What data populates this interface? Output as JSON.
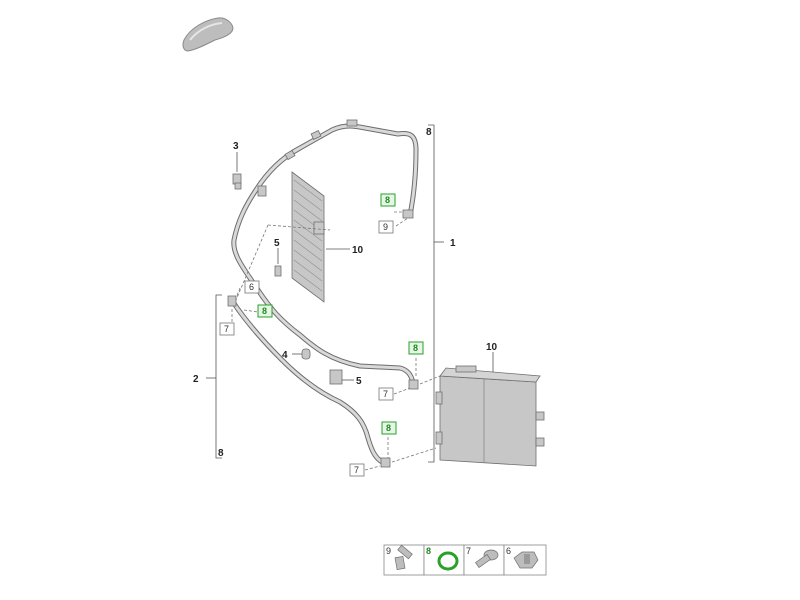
{
  "diagram": {
    "callouts": {
      "c1": "1",
      "c2": "2",
      "c3": "3",
      "c4": "4",
      "c5a": "5",
      "c5b": "5",
      "c8_top": "8",
      "c8_left": "8",
      "c10a": "10",
      "c10b": "10"
    },
    "small_boxes": {
      "b9": "9",
      "b6": "6",
      "b7a": "7",
      "b7b": "7",
      "b7c": "7"
    },
    "green_boxes": {
      "g8a": "8",
      "g8b": "8",
      "g8c": "8",
      "g8d": "8"
    },
    "legend": [
      {
        "num": "9",
        "icon": "bolt-icon",
        "highlight": false
      },
      {
        "num": "8",
        "icon": "seal-ring-icon",
        "highlight": true
      },
      {
        "num": "7",
        "icon": "screw-icon",
        "highlight": false
      },
      {
        "num": "6",
        "icon": "clip-icon",
        "highlight": false
      }
    ],
    "colors": {
      "highlight": "#2aa02a",
      "part": "#c7c7c7"
    }
  }
}
